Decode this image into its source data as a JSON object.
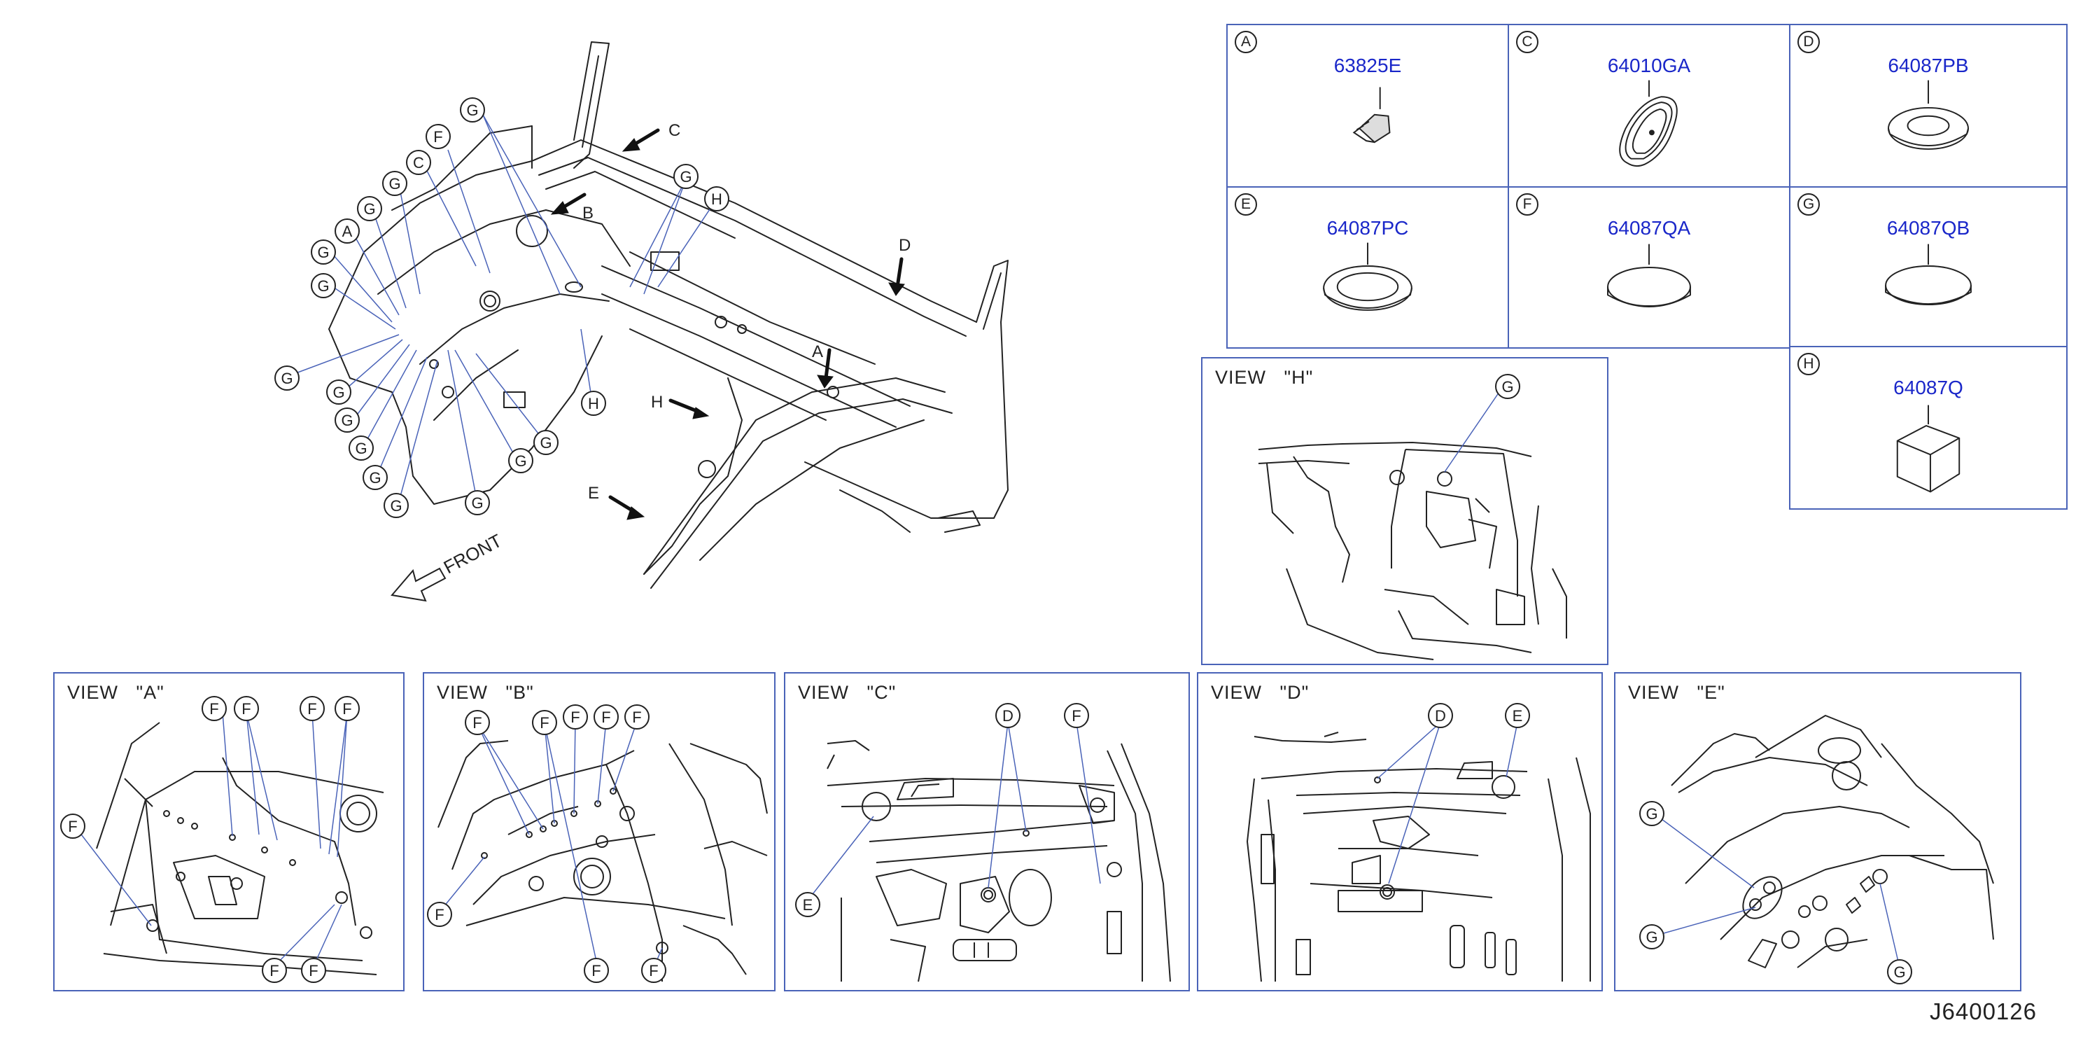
{
  "parts": [
    {
      "letter": "A",
      "number": "63825E"
    },
    {
      "letter": "C",
      "number": "64010GA"
    },
    {
      "letter": "D",
      "number": "64087PB"
    },
    {
      "letter": "E",
      "number": "64087PC"
    },
    {
      "letter": "F",
      "number": "64087QA"
    },
    {
      "letter": "G",
      "number": "64087QB"
    },
    {
      "letter": "H",
      "number": "64087Q"
    }
  ],
  "views": {
    "a": "VIEW   \"A\"",
    "b": "VIEW   \"B\"",
    "c": "VIEW   \"C\"",
    "d": "VIEW   \"D\"",
    "e": "VIEW   \"E\"",
    "h": "VIEW   \"H\""
  },
  "main_diagram": {
    "front_label": "FRONT",
    "arrow_labels": [
      "A",
      "B",
      "C",
      "D",
      "E",
      "H"
    ]
  },
  "callouts": {
    "A": "A",
    "C": "C",
    "D": "D",
    "E": "E",
    "F": "F",
    "G": "G",
    "H": "H"
  },
  "document_code": "J6400126",
  "colors": {
    "frame": "#4a63b8",
    "part_number": "#1a27c9",
    "leader": "#4a63b8",
    "line": "#222222"
  }
}
